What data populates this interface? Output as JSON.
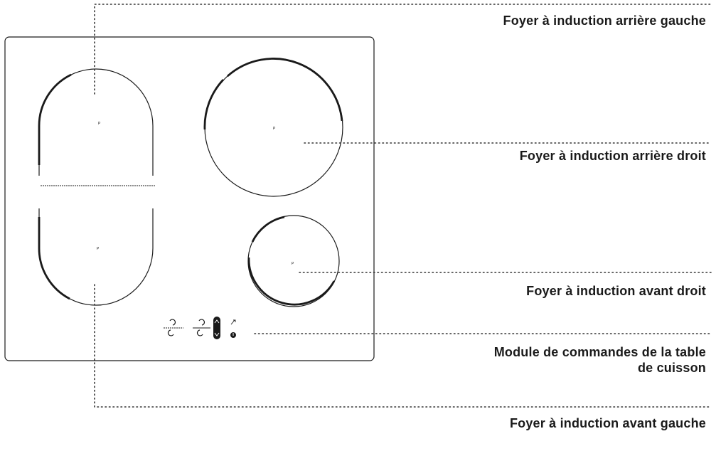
{
  "labels": {
    "rear_left": "Foyer à induction arrière gauche",
    "rear_right": "Foyer à induction arrière droit",
    "front_right": "Foyer à induction avant droit",
    "controls": "Module de commandes de la table de cuisson",
    "front_left": "Foyer à induction avant gauche"
  },
  "zone_mark": "P",
  "colors": {
    "outline": "#1a1a1a",
    "leader": "#333333",
    "text": "#1a1a1a"
  }
}
